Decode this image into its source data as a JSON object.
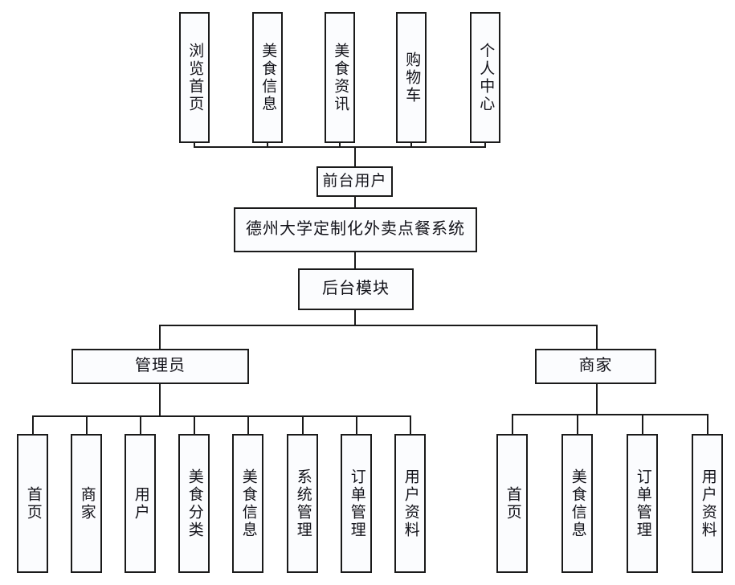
{
  "diagram": {
    "title": "德州大学定制化外卖点餐系统",
    "type": "system-function-tree",
    "root": {
      "label": "德州大学定制化外卖点餐系统"
    },
    "frontend": {
      "label": "前台用户",
      "children": [
        {
          "label": "浏览首页"
        },
        {
          "label": "美食信息"
        },
        {
          "label": "美食资讯"
        },
        {
          "label": "购物车"
        },
        {
          "label": "个人中心"
        }
      ]
    },
    "backend": {
      "label": "后台模块",
      "roles": [
        {
          "label": "管理员",
          "children": [
            {
              "label": "首页"
            },
            {
              "label": "商家"
            },
            {
              "label": "用户"
            },
            {
              "label": "美食分类"
            },
            {
              "label": "美食信息"
            },
            {
              "label": "系统管理"
            },
            {
              "label": "订单管理"
            },
            {
              "label": "用户资料"
            }
          ]
        },
        {
          "label": "商家",
          "children": [
            {
              "label": "首页"
            },
            {
              "label": "美食信息"
            },
            {
              "label": "订单管理"
            },
            {
              "label": "用户资料"
            }
          ]
        }
      ]
    },
    "colors": {
      "stroke": "#1a1a1a",
      "fill": "#fbfcfe",
      "background": "#ffffff"
    }
  }
}
